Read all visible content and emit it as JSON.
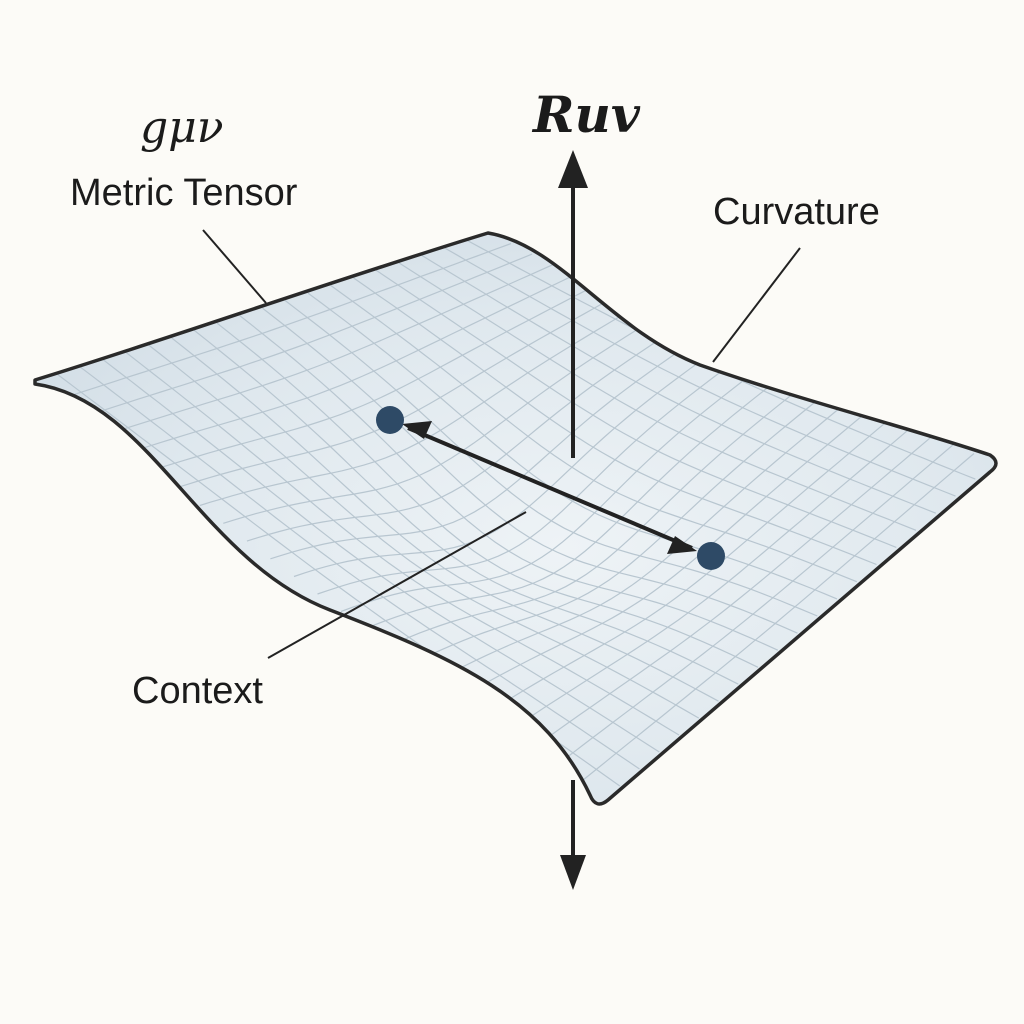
{
  "labels": {
    "metric_symbol": "gμν",
    "metric_name": "Metric Tensor",
    "curvature_symbol": "Ruv",
    "curvature_name": "Curvature",
    "context": "Context"
  },
  "colors": {
    "background": "#fcfbf7",
    "surface": "#dfe8ee",
    "grid": "#b8c6d0",
    "outline": "#2a2a2a",
    "point": "#2e4a66",
    "arrow": "#222222"
  }
}
